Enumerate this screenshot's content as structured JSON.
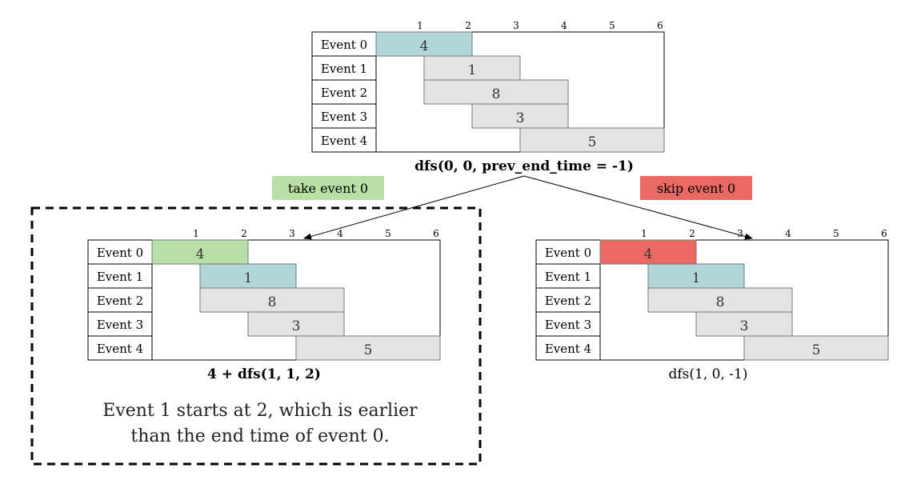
{
  "diagrams": {
    "top": {
      "rows": [
        "Event 0",
        "Event 1",
        "Event 2",
        "Event 3",
        "Event 4"
      ],
      "ticks": [
        "1",
        "2",
        "3",
        "4",
        "5",
        "6"
      ],
      "bars": [
        {
          "label": "4",
          "start": 0,
          "end": 2,
          "fill": "#b0d6d7"
        },
        {
          "label": "1",
          "start": 1,
          "end": 3,
          "fill": "#e3e3e3"
        },
        {
          "label": "8",
          "start": 1,
          "end": 4,
          "fill": "#e3e3e3"
        },
        {
          "label": "3",
          "start": 2,
          "end": 4,
          "fill": "#e3e3e3"
        },
        {
          "label": "5",
          "start": 3,
          "end": 6,
          "fill": "#e3e3e3"
        }
      ],
      "caption": "dfs(0, 0, prev_end_time = -1)"
    },
    "left": {
      "rows": [
        "Event 0",
        "Event 1",
        "Event 2",
        "Event 3",
        "Event 4"
      ],
      "ticks": [
        "1",
        "2",
        "3",
        "4",
        "5",
        "6"
      ],
      "bars": [
        {
          "label": "4",
          "start": 0,
          "end": 2,
          "fill": "#b8e0a4"
        },
        {
          "label": "1",
          "start": 1,
          "end": 3,
          "fill": "#b0d6d7"
        },
        {
          "label": "8",
          "start": 1,
          "end": 4,
          "fill": "#e3e3e3"
        },
        {
          "label": "3",
          "start": 2,
          "end": 4,
          "fill": "#e3e3e3"
        },
        {
          "label": "5",
          "start": 3,
          "end": 6,
          "fill": "#e3e3e3"
        }
      ],
      "caption": "4 + dfs(1, 1, 2)"
    },
    "right": {
      "rows": [
        "Event 0",
        "Event 1",
        "Event 2",
        "Event 3",
        "Event 4"
      ],
      "ticks": [
        "1",
        "2",
        "3",
        "4",
        "5",
        "6"
      ],
      "bars": [
        {
          "label": "4",
          "start": 0,
          "end": 2,
          "fill": "#ea6a63"
        },
        {
          "label": "1",
          "start": 1,
          "end": 3,
          "fill": "#b0d6d7"
        },
        {
          "label": "8",
          "start": 1,
          "end": 4,
          "fill": "#e3e3e3"
        },
        {
          "label": "3",
          "start": 2,
          "end": 4,
          "fill": "#e3e3e3"
        },
        {
          "label": "5",
          "start": 3,
          "end": 6,
          "fill": "#e3e3e3"
        }
      ],
      "caption": "dfs(1, 0, -1)"
    }
  },
  "badges": {
    "take": {
      "text": "take event 0",
      "color": "#b8e0a4"
    },
    "skip": {
      "text": "skip event 0",
      "color": "#ea6a63"
    }
  },
  "note": {
    "line1": "Event 1 starts at 2, which is earlier",
    "line2": "than the end time of event 0."
  }
}
